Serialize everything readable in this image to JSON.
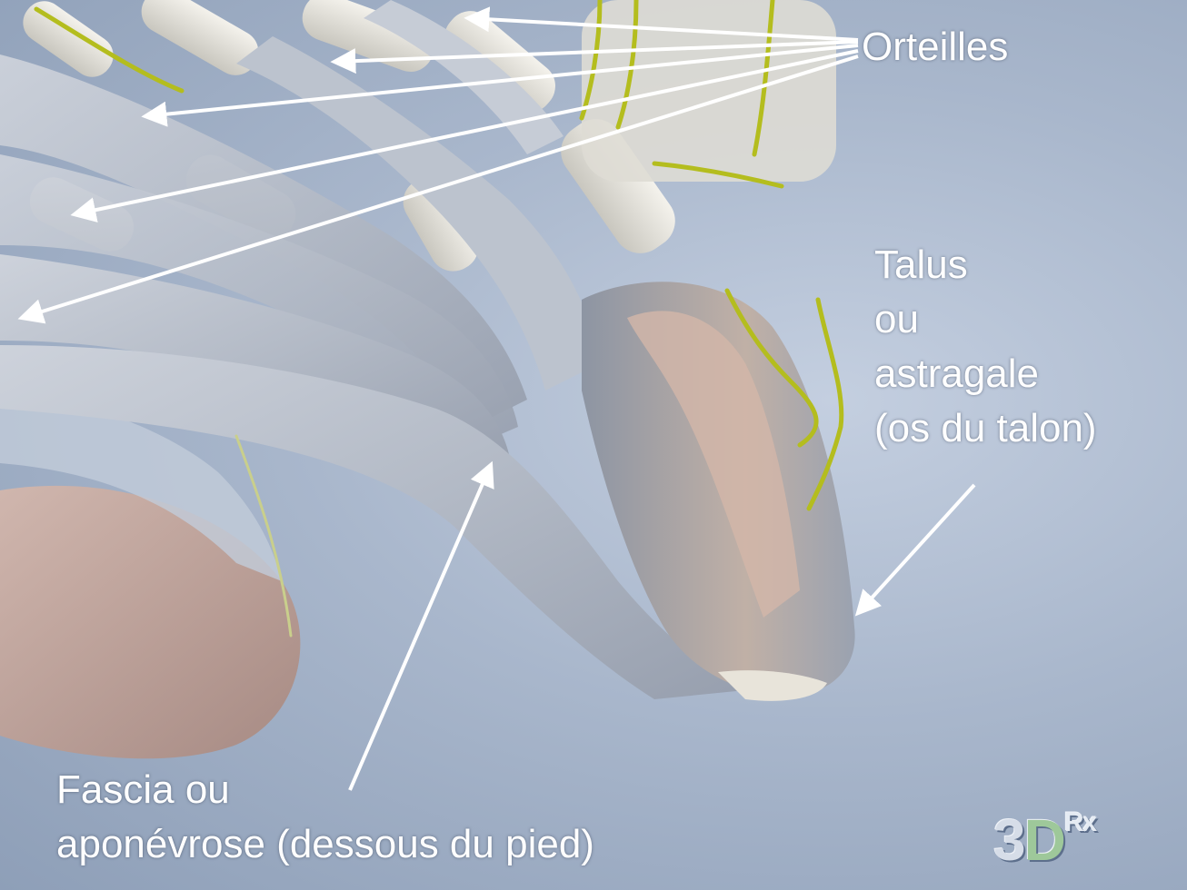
{
  "labels": {
    "toes": "Orteilles",
    "talus": [
      "Talus",
      "ou",
      "astragale",
      "(os du talon)"
    ],
    "fascia": [
      "Fascia ou",
      "aponévrose (dessous du pied)"
    ]
  },
  "logo": {
    "main_left": "3",
    "main_mid": "D",
    "sub": "Rx"
  },
  "colors": {
    "background": "#a9b7cc",
    "fascia_tissue": "#b9c0cc",
    "bone": "#e6e4dc",
    "nerve": "#b8c020",
    "muscle": "#c9a698",
    "arrow": "#ffffff"
  }
}
